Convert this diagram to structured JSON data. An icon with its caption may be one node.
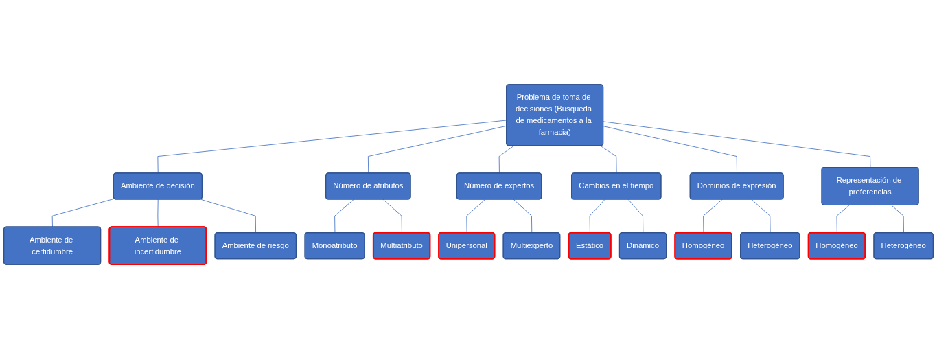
{
  "diagram": {
    "nodes": [
      {
        "text": [
          "Problema de toma de decisiones (Búsqueda de medicamentos a la farmacia)"
        ]
      },
      {
        "text": [
          "Ambiente de decisión"
        ]
      },
      {
        "text": [
          "Número de atributos"
        ]
      },
      {
        "text": [
          "Número de expertos"
        ]
      },
      {
        "text": [
          "Cambios en el tiempo"
        ]
      },
      {
        "text": [
          "Dominios de expresión"
        ]
      },
      {
        "text": [
          "Representación de preferencias"
        ]
      },
      {
        "text": [
          "Ambiente de certidumbre"
        ]
      },
      {
        "text": [
          "Ambiente de incertidumbre"
        ]
      },
      {
        "text": [
          "Ambiente de riesgo"
        ]
      },
      {
        "text": [
          "Monoatributo"
        ]
      },
      {
        "text": [
          "Multiatributo"
        ]
      },
      {
        "text": [
          "Unipersonal"
        ]
      },
      {
        "text": [
          "Multiexperto"
        ]
      },
      {
        "text": [
          "Estático"
        ]
      },
      {
        "text": [
          "Dinámico"
        ]
      },
      {
        "text": [
          "Homogéneo"
        ]
      },
      {
        "text": [
          "Heterogéneo"
        ]
      },
      {
        "text": [
          "Homogéneo"
        ]
      },
      {
        "text": [
          "Heterogéneo"
        ]
      }
    ],
    "edges": [
      {
        "from": 0,
        "to": 1,
        "arrow": "none"
      },
      {
        "from": 0,
        "to": 2,
        "arrow": "none"
      },
      {
        "from": 0,
        "to": 3,
        "arrow": "none"
      },
      {
        "from": 0,
        "to": 4,
        "arrow": "none"
      },
      {
        "from": 0,
        "to": 5,
        "arrow": "none"
      },
      {
        "from": 0,
        "to": 6,
        "arrow": "none"
      },
      {
        "from": 1,
        "to": 7,
        "arrow": "none"
      },
      {
        "from": 1,
        "to": 8,
        "arrow": "none"
      },
      {
        "from": 1,
        "to": 9,
        "arrow": "none"
      },
      {
        "from": 2,
        "to": 10,
        "arrow": "none"
      },
      {
        "from": 2,
        "to": 11,
        "arrow": "none"
      },
      {
        "from": 3,
        "to": 12,
        "arrow": "none"
      },
      {
        "from": 3,
        "to": 13,
        "arrow": "none"
      },
      {
        "from": 4,
        "to": 14,
        "arrow": "none"
      },
      {
        "from": 4,
        "to": 15,
        "arrow": "none"
      },
      {
        "from": 5,
        "to": 16,
        "arrow": "none"
      },
      {
        "from": 5,
        "to": 17,
        "arrow": "none"
      },
      {
        "from": 6,
        "to": 18,
        "arrow": "none"
      },
      {
        "from": 6,
        "to": 19,
        "arrow": "none"
      }
    ]
  }
}
